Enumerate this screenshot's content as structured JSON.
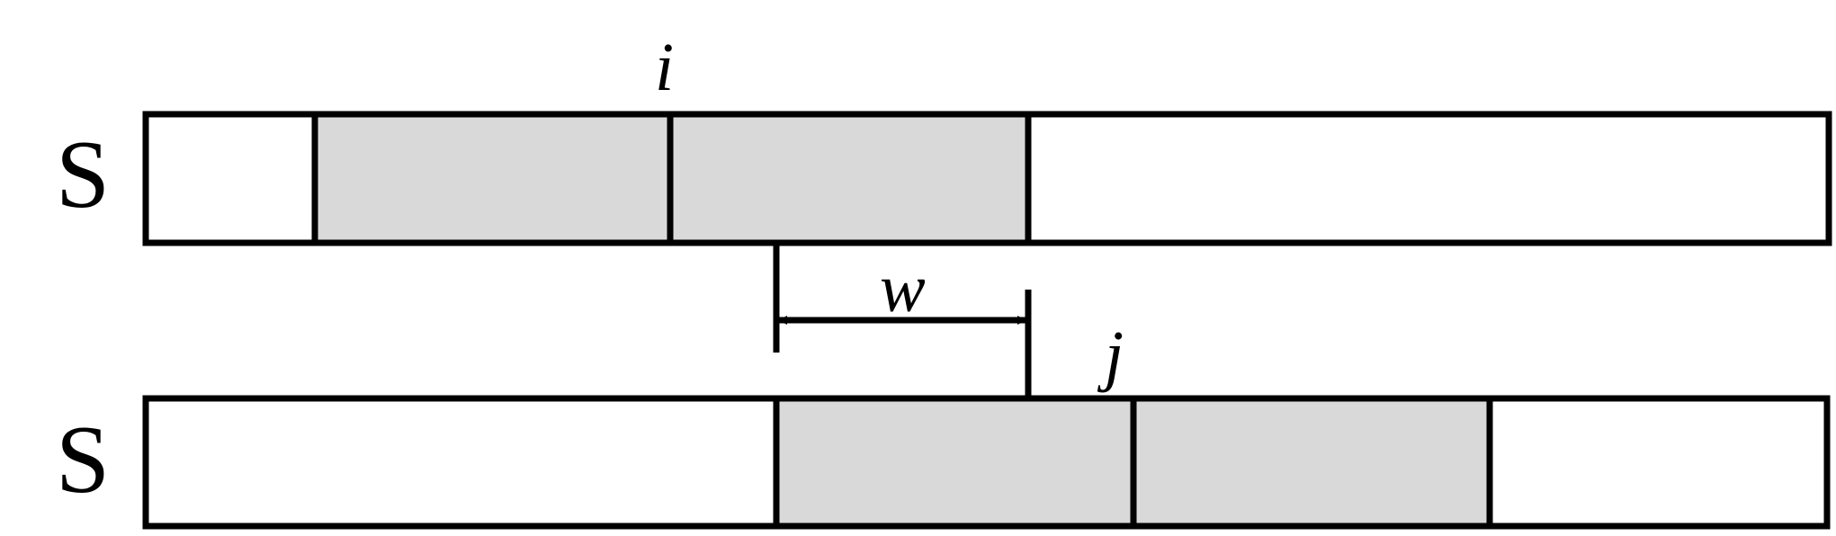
{
  "rows": [
    {
      "label": "S",
      "marker": "i"
    },
    {
      "label": "S",
      "marker": "j"
    }
  ],
  "offset": {
    "label": "w"
  },
  "colors": {
    "stroke": "#000000",
    "highlight": "#d9d9d9",
    "background": "#ffffff"
  }
}
